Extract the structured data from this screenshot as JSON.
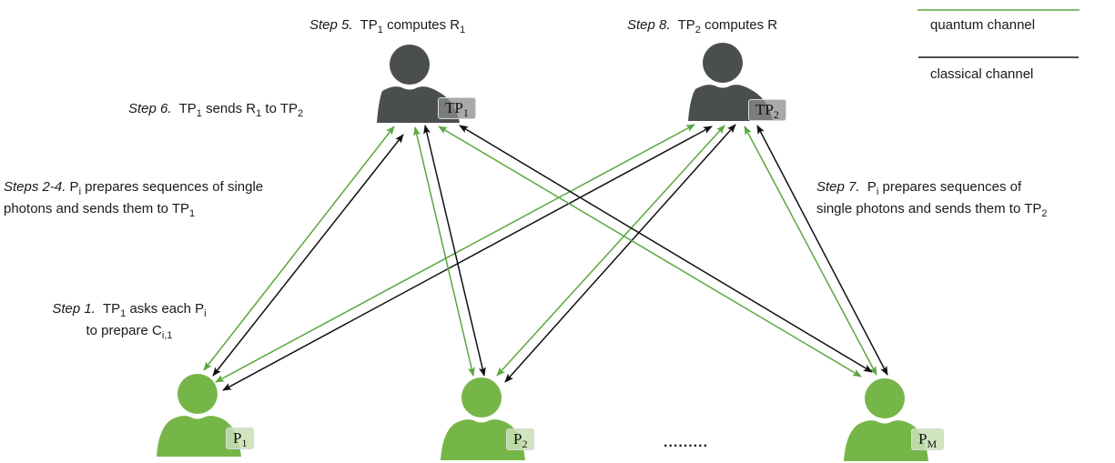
{
  "colors": {
    "quantum": "#5aa73f",
    "classical": "#111111",
    "third_party": "#4a4f4e",
    "participant": "#76b649"
  },
  "legend": {
    "quantum_label": "quantum channel",
    "classical_label": "classical channel"
  },
  "nodes": {
    "tp1": {
      "label": "TP",
      "sub": "1",
      "kind": "third_party"
    },
    "tp2": {
      "label": "TP",
      "sub": "2",
      "kind": "third_party"
    },
    "p1": {
      "label": "P",
      "sub": "1",
      "kind": "participant"
    },
    "p2": {
      "label": "P",
      "sub": "2",
      "kind": "participant"
    },
    "pm": {
      "label": "P",
      "sub": "M",
      "kind": "participant"
    }
  },
  "ellipsis": ".........",
  "steps": {
    "step5": {
      "prefix": "Step 5.",
      "parts": [
        "TP",
        "1",
        " computes R",
        "1"
      ]
    },
    "step8": {
      "prefix": "Step 8.",
      "parts": [
        "TP",
        "2",
        " computes R"
      ]
    },
    "step6": {
      "prefix": "Step 6.",
      "parts": [
        "TP",
        "1",
        " sends R",
        "1",
        " to TP",
        "2"
      ]
    },
    "steps24": {
      "prefix": "Steps 2-4.",
      "line1": [
        "P",
        "i",
        " prepares sequences  of single"
      ],
      "line2": [
        "photons and sends them to TP",
        "1"
      ]
    },
    "step7": {
      "prefix": "Step 7.",
      "line1": [
        "P",
        "i",
        " prepares sequences  of"
      ],
      "line2": [
        "single photons and sends them to TP",
        "2"
      ]
    },
    "step1": {
      "prefix": "Step 1.",
      "line1": [
        "TP",
        "1",
        " asks each P",
        "i"
      ],
      "line2": [
        "to prepare C",
        "i,1"
      ]
    }
  },
  "edges": [
    {
      "from": "p1",
      "to": "tp1",
      "channel": "quantum",
      "direction": "both"
    },
    {
      "from": "p1",
      "to": "tp1",
      "channel": "classical",
      "direction": "both"
    },
    {
      "from": "p1",
      "to": "tp2",
      "channel": "quantum",
      "direction": "both"
    },
    {
      "from": "p1",
      "to": "tp2",
      "channel": "classical",
      "direction": "both"
    },
    {
      "from": "p2",
      "to": "tp1",
      "channel": "quantum",
      "direction": "both"
    },
    {
      "from": "p2",
      "to": "tp1",
      "channel": "classical",
      "direction": "both"
    },
    {
      "from": "p2",
      "to": "tp2",
      "channel": "quantum",
      "direction": "both"
    },
    {
      "from": "p2",
      "to": "tp2",
      "channel": "classical",
      "direction": "both"
    },
    {
      "from": "pm",
      "to": "tp1",
      "channel": "quantum",
      "direction": "both"
    },
    {
      "from": "pm",
      "to": "tp1",
      "channel": "classical",
      "direction": "both"
    },
    {
      "from": "pm",
      "to": "tp2",
      "channel": "quantum",
      "direction": "both"
    },
    {
      "from": "pm",
      "to": "tp2",
      "channel": "classical",
      "direction": "both"
    }
  ]
}
